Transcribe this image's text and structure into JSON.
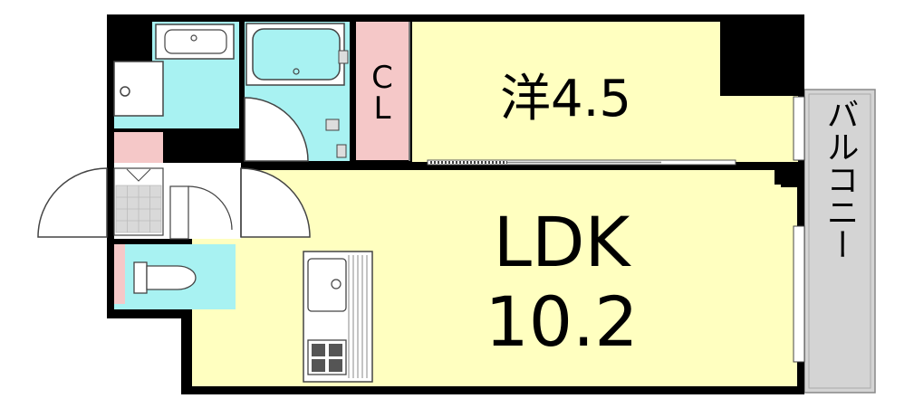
{
  "rooms": {
    "western": {
      "label": "洋4.5"
    },
    "ldk": {
      "label_line1": "LDK",
      "label_line2": "10.2"
    },
    "closet": {
      "label_line1": "C",
      "label_line2": "L"
    },
    "balcony": {
      "label": "バルコニー"
    }
  },
  "colors": {
    "wall": "#000000",
    "living": "#ffffc0",
    "wet_area": "#a8f2f2",
    "closet": "#f5c8c8",
    "balcony": "#d4d4d4",
    "floor_tile": "#d9d9d9"
  }
}
